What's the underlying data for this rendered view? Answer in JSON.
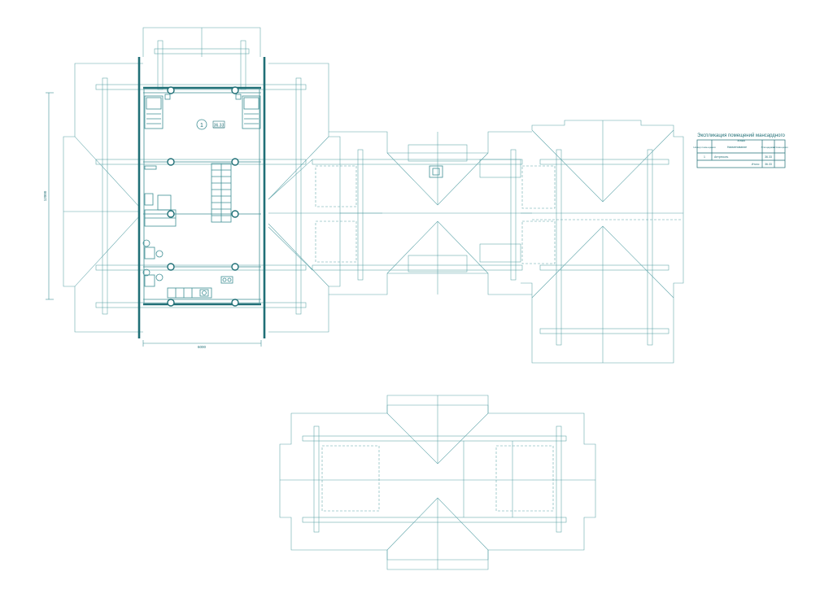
{
  "colors": {
    "line": "#3f8f95",
    "wall": "#1f6f76",
    "background": "#ffffff"
  },
  "plan": {
    "room_number": "1",
    "room_area_tag": "36.33",
    "dim_horizontal": "6000",
    "dim_vertical": "12000"
  },
  "legend": {
    "title": "Экспликация помещений мансардного",
    "subtitle": "этажа",
    "headers": [
      "Номер поме-щения",
      "Наименование",
      "Площадь, м²",
      "Кат. поме-щения"
    ],
    "rows": [
      {
        "num": "1",
        "name": "Антресоль",
        "area": "36.33",
        "cat": ""
      }
    ],
    "total_label": "Итого:",
    "total_value": "36.33"
  }
}
